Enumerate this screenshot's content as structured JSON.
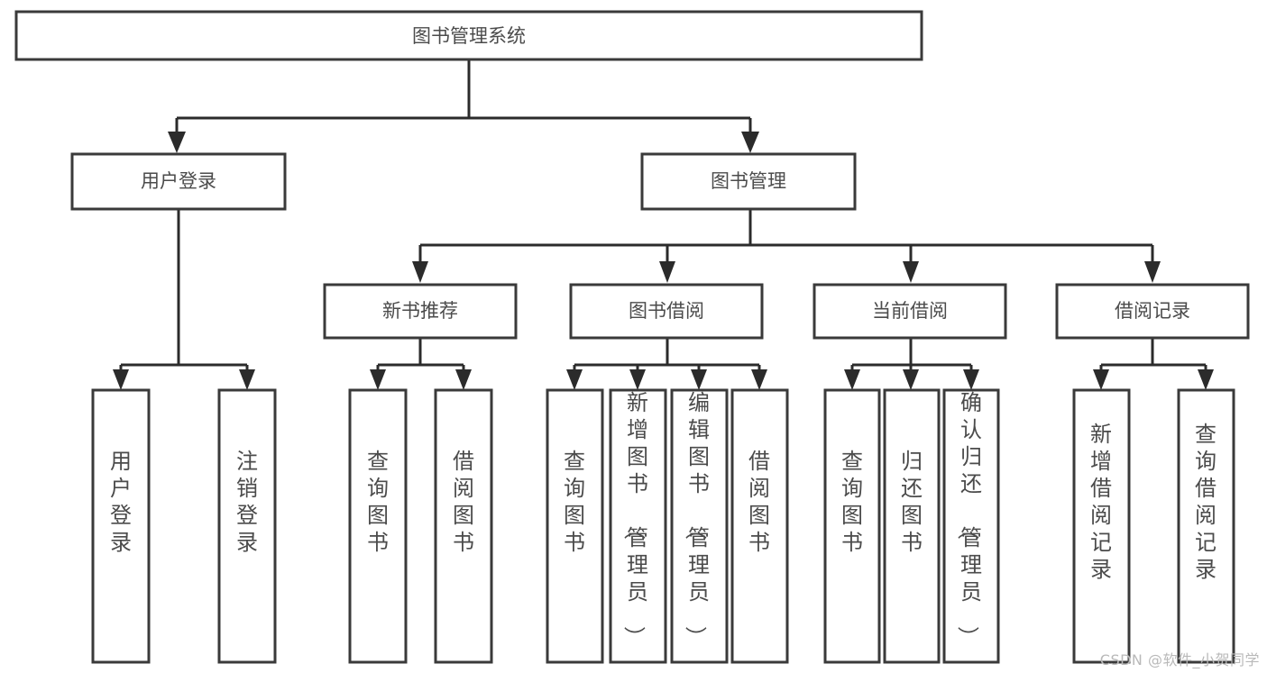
{
  "diagram": {
    "type": "tree-hierarchy",
    "title": "图书管理系统",
    "watermark": "CSDN @软件_小贺同学",
    "colors": {
      "box_stroke": "#3a3a3a",
      "box_fill": "#ffffff",
      "connector": "#2b2b2b",
      "text": "#4b4b4b",
      "watermark": "#b9b9b9",
      "background": "#ffffff"
    },
    "root": {
      "label": "图书管理系统"
    },
    "level2": [
      {
        "id": "user-login",
        "label": "用户登录"
      },
      {
        "id": "book-management",
        "label": "图书管理"
      }
    ],
    "level3": [
      {
        "id": "new-book-recommend",
        "label": "新书推荐",
        "parent": "book-management"
      },
      {
        "id": "book-borrow",
        "label": "图书借阅",
        "parent": "book-management"
      },
      {
        "id": "current-borrow",
        "label": "当前借阅",
        "parent": "book-management"
      },
      {
        "id": "borrow-record",
        "label": "借阅记录",
        "parent": "book-management"
      }
    ],
    "leaves": {
      "user-login": [
        {
          "id": "leaf-user-login",
          "label": "用户登录"
        },
        {
          "id": "leaf-logout-login",
          "label": "注销登录"
        }
      ],
      "new-book-recommend": [
        {
          "id": "leaf-query-book-1",
          "label": "查询图书"
        },
        {
          "id": "leaf-borrow-book-1",
          "label": "借阅图书"
        }
      ],
      "book-borrow": [
        {
          "id": "leaf-query-book-2",
          "label": "查询图书"
        },
        {
          "id": "leaf-add-book",
          "label": "新增图书（管理员）"
        },
        {
          "id": "leaf-edit-book",
          "label": "编辑图书（管理员）"
        },
        {
          "id": "leaf-borrow-book-2",
          "label": "借阅图书"
        }
      ],
      "current-borrow": [
        {
          "id": "leaf-query-book-3",
          "label": "查询图书"
        },
        {
          "id": "leaf-return-book",
          "label": "归还图书"
        },
        {
          "id": "leaf-confirm-return",
          "label": "确认归还（管理员）"
        }
      ],
      "borrow-record": [
        {
          "id": "leaf-add-record",
          "label": "新增借阅记录"
        },
        {
          "id": "leaf-query-record",
          "label": "查询借阅记录"
        }
      ]
    }
  }
}
